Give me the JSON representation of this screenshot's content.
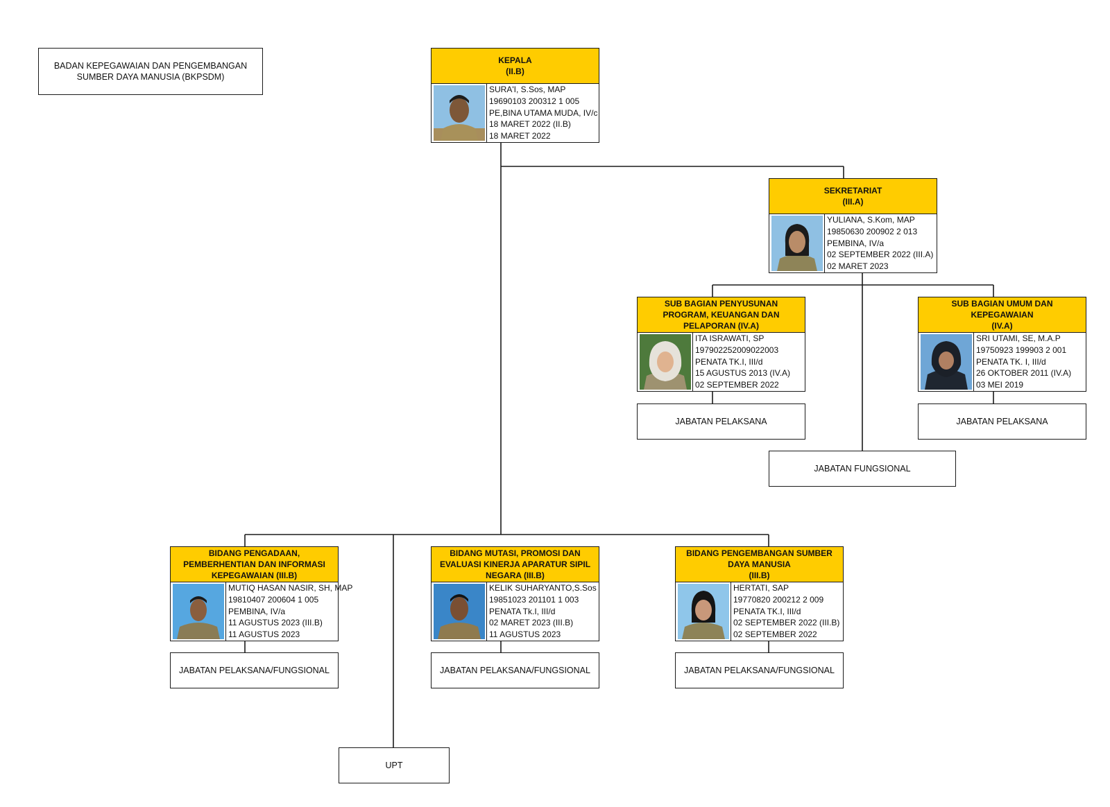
{
  "organization": {
    "title_line1": "BADAN KEPEGAWAIAN DAN PENGEMBANGAN",
    "title_line2": "SUMBER DAYA MANUSIA (BKPSDM)"
  },
  "nodes": {
    "kepala": {
      "header": [
        "KEPALA",
        "(II.B)"
      ],
      "info": [
        "SURA'I, S.Sos, MAP",
        "19690103 200312 1 005",
        "PE,BINA UTAMA MUDA, IV/c",
        "18 MARET 2022 (II.B)",
        "18 MARET 2022"
      ]
    },
    "sekretariat": {
      "header": [
        "SEKRETARIAT",
        "(III.A)"
      ],
      "info": [
        "YULIANA, S.Kom, MAP",
        "19850630 200902 2 013",
        "PEMBINA, IV/a",
        "02 SEPTEMBER 2022 (III.A)",
        "02 MARET 2023"
      ]
    },
    "subbag_program": {
      "header": [
        "SUB BAGIAN PENYUSUNAN",
        "PROGRAM, KEUANGAN DAN",
        "PELAPORAN (IV.A)"
      ],
      "info": [
        "ITA ISRAWATI, SP",
        "197902252009022003",
        "PENATA TK.I, III/d",
        "15 AGUSTUS 2013 (IV.A)",
        "02 SEPTEMBER 2022"
      ]
    },
    "subbag_umum": {
      "header": [
        "SUB BAGIAN UMUM DAN",
        "KEPEGAWAIAN",
        "(IV.A)"
      ],
      "info": [
        "SRI UTAMI, SE, M.A.P",
        "19750923 199903 2 001",
        "PENATA TK. I, III/d",
        "26 OKTOBER 2011 (IV.A)",
        "03 MEI 2019"
      ]
    },
    "bidang_pengadaan": {
      "header": [
        "BIDANG PENGADAAN,",
        "PEMBERHENTIAN DAN INFORMASI",
        "KEPEGAWAIAN (III.B)"
      ],
      "info": [
        "MUTIQ HASAN NASIR, SH, MAP",
        "19810407 200604 1 005",
        "PEMBINA, IV/a",
        "11 AGUSTUS 2023 (III.B)",
        "11 AGUSTUS 2023"
      ]
    },
    "bidang_mutasi": {
      "header": [
        "BIDANG MUTASI, PROMOSI DAN",
        "EVALUASI KINERJA APARATUR SIPIL",
        "NEGARA (III.B)"
      ],
      "info": [
        "KELIK SUHARYANTO,S.Sos",
        "19851023 201101 1 003",
        "PENATA Tk.I, III/d",
        "02 MARET 2023 (III.B)",
        "11 AGUSTUS 2023"
      ]
    },
    "bidang_pengembangan": {
      "header": [
        "BIDANG PENGEMBANGAN SUMBER",
        "DAYA MANUSIA",
        "(III.B)"
      ],
      "info": [
        "HERTATI, SAP",
        "19770820 200212 2 009",
        "PENATA TK.I, III/d",
        "02 SEPTEMBER 2022 (III.B)",
        "02 SEPTEMBER 2022"
      ]
    }
  },
  "boxes": {
    "jabatan_pelaksana_program": "JABATAN PELAKSANA",
    "jabatan_pelaksana_umum": "JABATAN PELAKSANA",
    "jabatan_fungsional": "JABATAN FUNGSIONAL",
    "jabatan_pengadaan": "JABATAN PELAKSANA/FUNGSIONAL",
    "jabatan_mutasi": "JABATAN PELAKSANA/FUNGSIONAL",
    "jabatan_pengembangan": "JABATAN PELAKSANA/FUNGSIONAL",
    "upt": "UPT"
  },
  "colors": {
    "header_fill": "#ffcc00",
    "line": "#1a1a1a",
    "photo_background": "#9ec4df"
  },
  "icons": {
    "portrait": "person-photo-icon"
  }
}
